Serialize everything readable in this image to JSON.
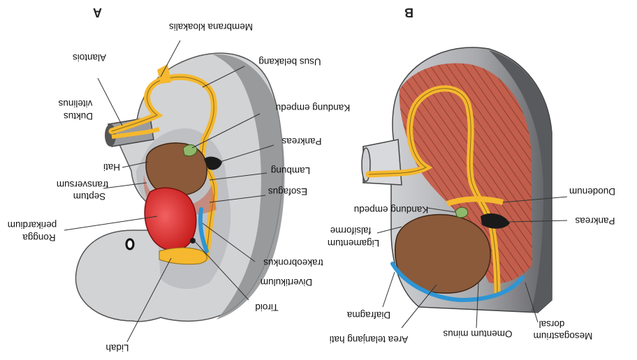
{
  "panel_a": {
    "letter": "A",
    "labels": {
      "membrana_kloakalis": "Membrana kloakalis",
      "allantois": "Alantois",
      "usus_belakang": "Usus belakang",
      "duktus_vitelinus_line1": "Duktus",
      "duktus_vitelinus_line2": "vitelinus",
      "kandung_empedu": "Kandung empedu",
      "pankreas": "Pankreas",
      "hati": "Hati",
      "lambung": "Lambung",
      "septum_line1": "Septum",
      "septum_line2": "transversum",
      "esofagus": "Esofagus",
      "rongga_line1": "Rongga",
      "rongga_line2": "perikardium",
      "trakeobronkus": "trakeobronkus",
      "divertikulum": "Divertikulum",
      "tiroid": "Tiroid",
      "lidah": "Lidah"
    }
  },
  "panel_b": {
    "letter": "B",
    "labels": {
      "duodenum": "Duodenum",
      "kandung_empedu": "Kandung empedu",
      "pankreas": "Pankreas",
      "ligamentum_line1": "Ligamentum",
      "ligamentum_line2": "falsiforme",
      "diafragma": "Diafragma",
      "area_telanjang_hati": "Area telanjang hati",
      "omentum_minus": "Omentum minus",
      "mesogastrium_line1": "Mesogastrium",
      "mesogastrium_line2": "dorsal"
    }
  },
  "colors": {
    "gut": "#f5b82e",
    "liver": "#8a5a3a",
    "heart": "#e23a3a",
    "mesentery": "#c8604a",
    "diaphragm": "#2e95d4",
    "body_grey": "#b9babd",
    "dark_grey": "#6d6e71",
    "gallbladder": "#8fb96a",
    "pancreas": "#1a1a1a"
  }
}
